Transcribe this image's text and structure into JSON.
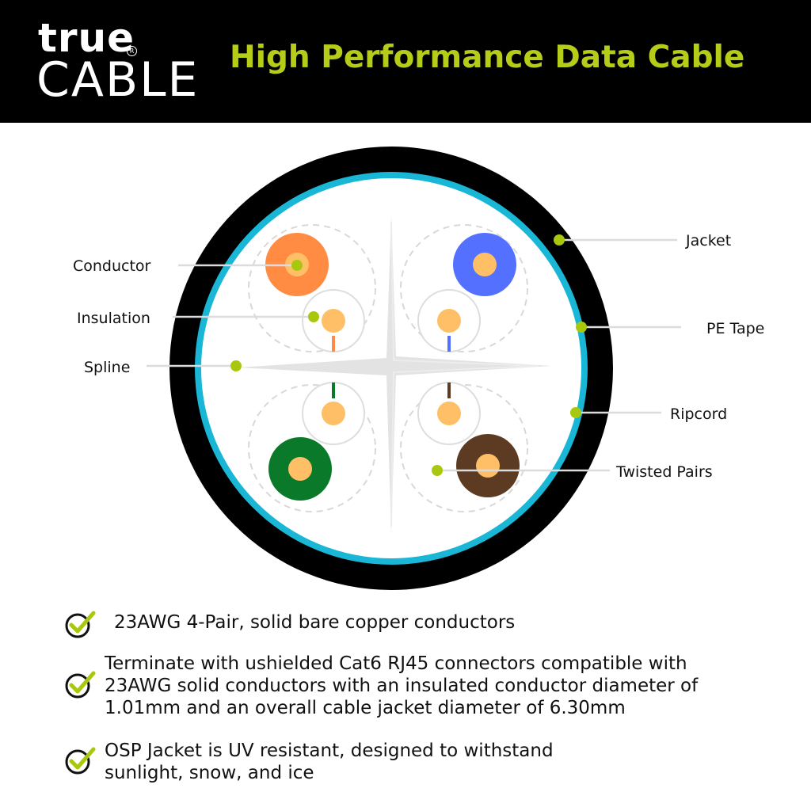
{
  "header": {
    "logo_top": "true",
    "logo_registered": "R",
    "logo_bottom": "CABLE",
    "title": "High Performance Data Cable"
  },
  "diagram": {
    "labels": {
      "conductor": "Conductor",
      "insulation": "Insulation",
      "spline": "Spline",
      "jacket": "Jacket",
      "pe_tape": "PE Tape",
      "ripcord": "Ripcord",
      "twisted_pairs": "Twisted Pairs"
    },
    "pair_colors": {
      "orange": "#ff8c42",
      "blue": "#5470ff",
      "green": "#0a7a2a",
      "brown": "#5c3b22"
    },
    "colors": {
      "jacket": "#000000",
      "pe_tape": "#19b6d6",
      "copper": "#ffbf66",
      "callout_dot": "#a8c80e",
      "spline": "#e3e3e3"
    }
  },
  "features": [
    {
      "icon": "check-icon",
      "text": [
        "23AWG 4-Pair, solid bare copper conductors"
      ]
    },
    {
      "icon": "check-icon",
      "text": [
        "Terminate with ushielded Cat6 RJ45 connectors compatible with",
        "23AWG solid conductors with an insulated conductor diameter of",
        "1.01mm and an overall cable jacket diameter of 6.30mm"
      ]
    },
    {
      "icon": "check-icon",
      "text": [
        "OSP Jacket is UV resistant, designed to withstand",
        "sunlight, snow, and ice"
      ]
    }
  ]
}
